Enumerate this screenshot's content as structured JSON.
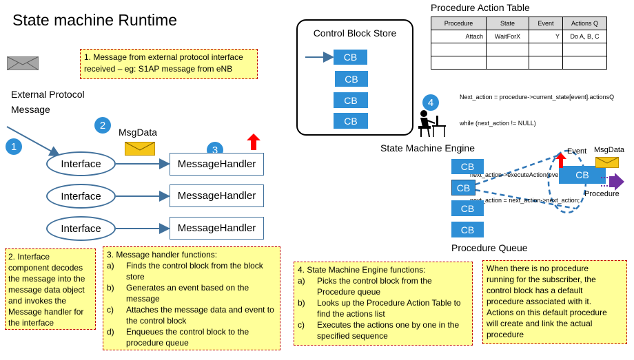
{
  "title": "State machine Runtime",
  "external": {
    "label_line1": "External Protocol",
    "label_line2": "Message"
  },
  "msgdata_label": "MsgData",
  "interfaces": [
    "Interface",
    "Interface",
    "Interface"
  ],
  "handlers": [
    "MessageHandler",
    "MessageHandler",
    "MessageHandler"
  ],
  "steps": [
    "1",
    "2",
    "3",
    "4"
  ],
  "note1": {
    "line1": "1. Message from external protocol interface",
    "line2": "received – eg: S1AP message from eNB"
  },
  "note2": {
    "lines": [
      "2. Interface",
      "component decodes",
      "the message into the",
      "message data object",
      "and invokes the",
      "Message handler for",
      "the interface"
    ]
  },
  "note3": {
    "heading": "3. Message handler functions:",
    "items": [
      {
        "label": "a)",
        "lines": [
          "Finds the control block from the block",
          "store"
        ]
      },
      {
        "label": "b)",
        "lines": [
          "Generates an event based on the",
          "message"
        ]
      },
      {
        "label": "c)",
        "lines": [
          "Attaches the message data and event to",
          "the control block"
        ]
      },
      {
        "label": "d)",
        "lines": [
          "Enqueues the control block to the",
          "procedure queue"
        ]
      }
    ]
  },
  "note4": {
    "heading": "4. State Machine Engine functions:",
    "items": [
      {
        "label": "a)",
        "lines": [
          "Picks the control block from the",
          "Procedure queue"
        ]
      },
      {
        "label": "b)",
        "lines": [
          "Looks up the Procedure Action Table to",
          "find the actions list"
        ]
      },
      {
        "label": "c)",
        "lines": [
          "Executes the actions one by one in the",
          "specified sequence"
        ]
      }
    ]
  },
  "note5": {
    "lines": [
      "When there is no procedure",
      "running for the subscriber, the",
      "control block has a default",
      "procedure associated with it.",
      "Actions on this default procedure",
      "will create and link the actual",
      "procedure"
    ]
  },
  "store": {
    "title": "Control Block Store",
    "cbs": [
      "CB",
      "CB",
      "CB",
      "CB"
    ]
  },
  "table": {
    "title": "Procedure Action Table",
    "headers": [
      "Procedure",
      "State",
      "Event",
      "Actions Q"
    ],
    "rows": [
      [
        "Attach",
        "WaitForX",
        "Y",
        "Do A, B, C"
      ],
      [
        "",
        "",
        "",
        ""
      ],
      [
        "",
        "",
        "",
        ""
      ]
    ]
  },
  "code": [
    "Next_action = procedure->current_state[event].actionsQ",
    "while (next_action != NULL)",
    "{",
    "      next_action->executeAction(event, msg);",
    "      next_action = next_action->next_action;",
    "}"
  ],
  "engine_label": "State Machine Engine",
  "queue": {
    "label": "Procedure Queue",
    "cbs": [
      "CB",
      "CB",
      "CB",
      "CB"
    ]
  },
  "zoom": {
    "cb": "CB",
    "event": "Event",
    "msgdata": "MsgData",
    "procedure": "Procedure"
  },
  "colors": {
    "blue": "#2e8fd6",
    "note_bg": "#ffff99",
    "note_border": "#c00000",
    "envelope": "#f5c518",
    "red_arrow": "#ff0000",
    "purple_arrow": "#7030a0"
  }
}
